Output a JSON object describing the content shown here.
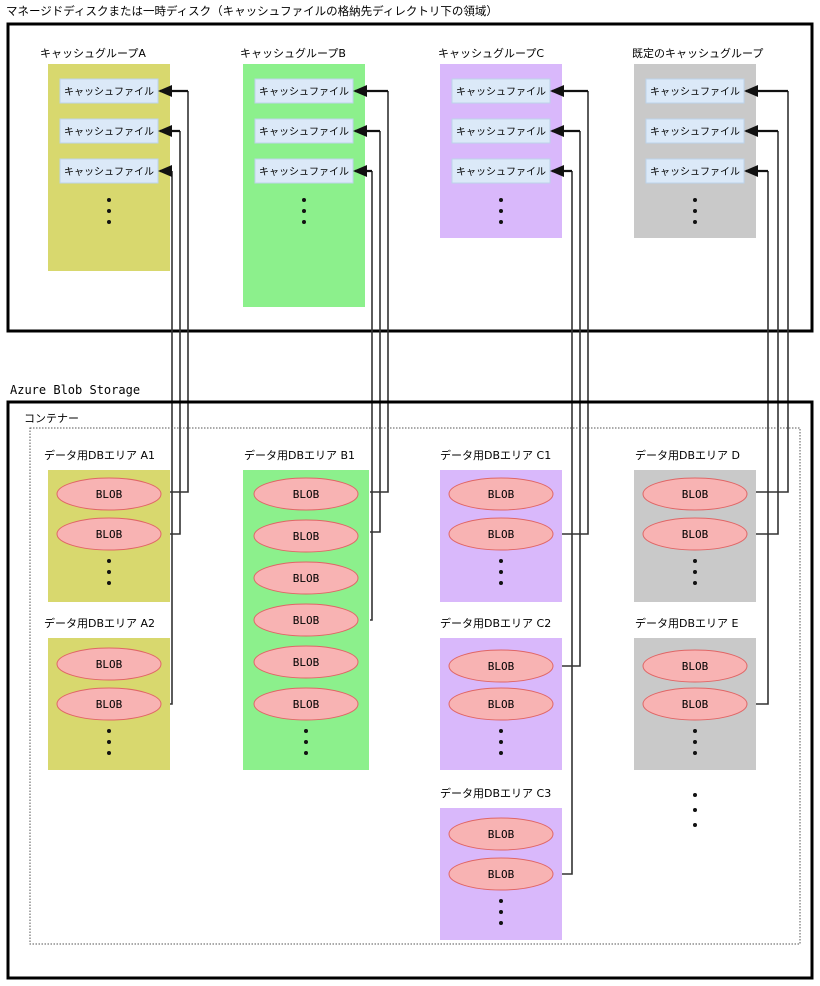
{
  "diagram": {
    "top_section": {
      "title": "マネージドディスクまたは一時ディスク（キャッシュファイルの格納先ディレクトリ下の領域）",
      "groups": [
        {
          "label": "キャッシュグループA",
          "color": "#d8d86e",
          "files": [
            "キャッシュファイル",
            "キャッシュファイル",
            "キャッシュファイル"
          ],
          "ellipsis": true
        },
        {
          "label": "キャッシュグループB",
          "color": "#8cf08c",
          "files": [
            "キャッシュファイル",
            "キャッシュファイル",
            "キャッシュファイル"
          ],
          "ellipsis": true
        },
        {
          "label": "キャッシュグループC",
          "color": "#d9b8fb",
          "files": [
            "キャッシュファイル",
            "キャッシュファイル",
            "キャッシュファイル"
          ],
          "ellipsis": true
        },
        {
          "label": "既定のキャッシュグループ",
          "color": "#c9c9c9",
          "files": [
            "キャッシュファイル",
            "キャッシュファイル",
            "キャッシュファイル"
          ],
          "ellipsis": true
        }
      ]
    },
    "bottom_section": {
      "title": "Azure Blob Storage",
      "container_label": "コンテナー",
      "areas": [
        {
          "label": "データ用DBエリア A1",
          "color": "#d8d86e",
          "blobs": [
            "BLOB",
            "BLOB"
          ],
          "ellipsis": true
        },
        {
          "label": "データ用DBエリア A2",
          "color": "#d8d86e",
          "blobs": [
            "BLOB",
            "BLOB"
          ],
          "ellipsis": true
        },
        {
          "label": "データ用DBエリア B1",
          "color": "#8cf08c",
          "blobs": [
            "BLOB",
            "BLOB",
            "BLOB",
            "BLOB",
            "BLOB",
            "BLOB"
          ],
          "ellipsis": true
        },
        {
          "label": "データ用DBエリア C1",
          "color": "#d9b8fb",
          "blobs": [
            "BLOB",
            "BLOB"
          ],
          "ellipsis": true
        },
        {
          "label": "データ用DBエリア C2",
          "color": "#d9b8fb",
          "blobs": [
            "BLOB",
            "BLOB"
          ],
          "ellipsis": true
        },
        {
          "label": "データ用DBエリア C3",
          "color": "#d9b8fb",
          "blobs": [
            "BLOB",
            "BLOB"
          ],
          "ellipsis": true
        },
        {
          "label": "データ用DBエリア D",
          "color": "#c9c9c9",
          "blobs": [
            "BLOB",
            "BLOB"
          ],
          "ellipsis": true
        },
        {
          "label": "データ用DBエリア E",
          "color": "#c9c9c9",
          "blobs": [
            "BLOB",
            "BLOB"
          ],
          "ellipsis": true
        }
      ],
      "trailing_ellipsis": true
    },
    "colors": {
      "group_a": "#d8d86e",
      "group_b": "#8cf08c",
      "group_c": "#d9b8fb",
      "group_default": "#c9c9c9",
      "cache_file": "#dbe9f8",
      "blob": "#f8b3b3",
      "blob_stroke": "#e06666",
      "line": "#333333"
    }
  }
}
